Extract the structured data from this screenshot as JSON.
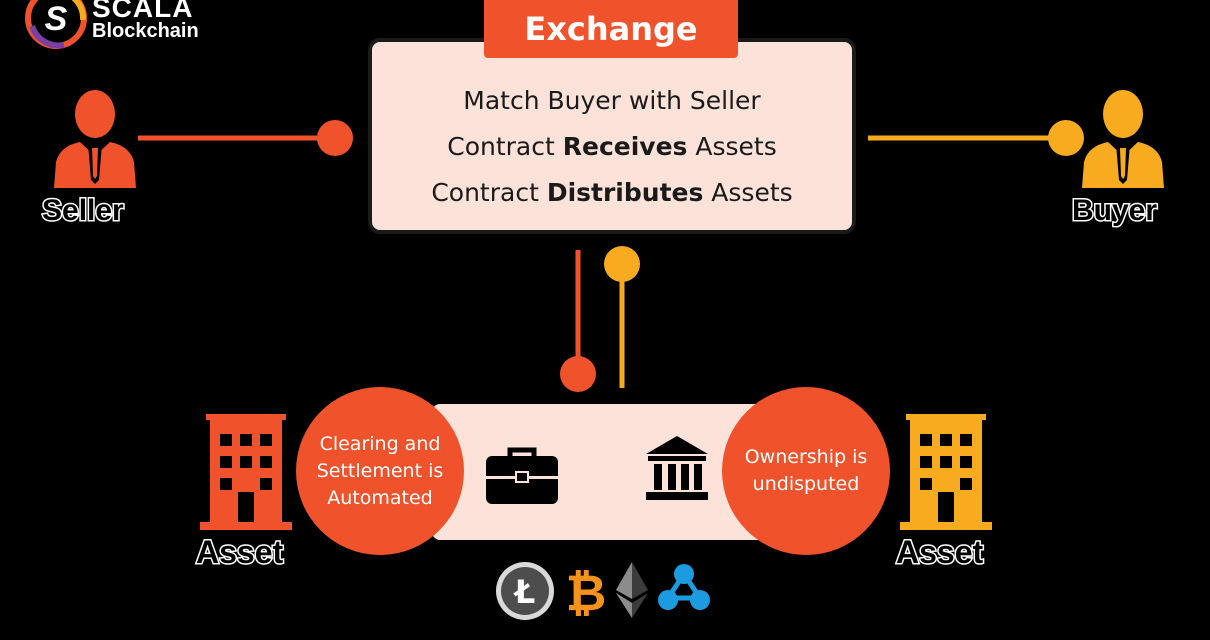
{
  "logo": {
    "line1": "SCALA",
    "line2": "Blockchain",
    "glyph": "S"
  },
  "exchange": {
    "title": "Exchange",
    "lines": [
      {
        "pre": "Match Buyer with Seller",
        "bold": "",
        "post": ""
      },
      {
        "pre": "Contract ",
        "bold": "Receives",
        "post": " Assets"
      },
      {
        "pre": "Contract ",
        "bold": "Distributes",
        "post": " Assets"
      }
    ]
  },
  "seller": {
    "label": "Seller"
  },
  "buyer": {
    "label": "Buyer"
  },
  "assets": {
    "left_circle": [
      "Clearing and",
      "Settlement is",
      "Automated"
    ],
    "right_circle": [
      "Ownership is",
      "undisputed"
    ],
    "left_label": "Asset",
    "right_label": "Asset",
    "icons": [
      "briefcase-icon",
      "bank-icon"
    ]
  },
  "crypto_icons": [
    "litecoin-icon",
    "bitcoin-icon",
    "ethereum-icon",
    "ripple-icon"
  ],
  "crypto_glyphs": {
    "litecoin": "Ł",
    "bitcoin": "₿"
  },
  "colors": {
    "orange_red": "#f0532b",
    "amber": "#f8ab1f",
    "panel": "#fde2da",
    "background": "#000000"
  }
}
